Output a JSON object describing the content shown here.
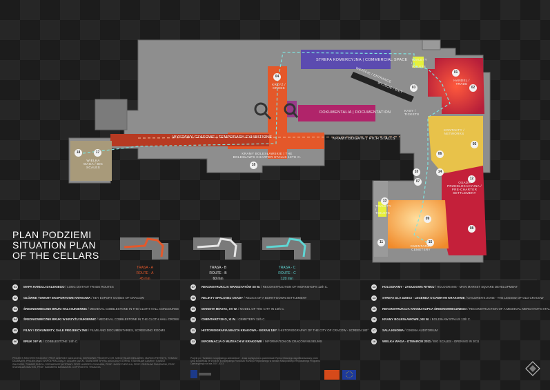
{
  "map": {
    "labels": {
      "strefa_komercyjna": "STREFA KOMERCYJNA | COMMERCIAL SPACE",
      "toalety_top": "TOALETY / TOILETS",
      "handel": "HANDEL / TRADE",
      "krzyz": "KRZYŻ / CROSS",
      "wejscie": "WEJŚCIE / ENTRANCE",
      "wyjscie": "WYJŚCIE / EXIT",
      "kasy": "KASY / TICKETS",
      "dokumentalia": "DOKUMENTALIA | DOCUMENTATION",
      "wystawy_czasowe": "WYSTAWY CZASOWE | TEMPORARY EXHIBITIONS",
      "kramy_bogate": "KRAMY BOGATE | RICH STALLS",
      "kramy_bolestawskie": "KRAMY BOLESŁAWSKIE | THE BOLESŁAW'S CHARTER STALLS 13th C.",
      "kontakty": "KONTAKTY / NETWORKS",
      "wielka_waga": "WIELKA WAGA / BIG SCALES",
      "osada": "OSADA PRZEDLOKACYJNA / PRE-CHARTER SETTLEMENT",
      "toalety_bottom": "TOALETY / TOILETS",
      "cmentarz": "CMENTARZ / CEMETERY"
    },
    "numbers": [
      "01",
      "02",
      "03",
      "04",
      "05",
      "06",
      "07",
      "08",
      "09",
      "10",
      "11",
      "12",
      "13",
      "14",
      "15",
      "16",
      "17",
      "18"
    ]
  },
  "heading": {
    "line1": "PLAN PODZIEMI",
    "line2": "SITUATION PLAN",
    "line3": "OF THE CELLARS"
  },
  "routes": [
    {
      "name": "TRASA - A",
      "name_en": "ROUTE - A",
      "time": "45 min",
      "color": "#e4582a"
    },
    {
      "name": "TRASA - B",
      "name_en": "ROUTE - B",
      "time": "60 min",
      "color": "#dcdcdc"
    },
    {
      "name": "TRASA - C",
      "name_en": "ROUTE - C",
      "time": "120 min",
      "color": "#5fd6d4"
    }
  ],
  "legend_col1": [
    {
      "n": "01",
      "pl": "MAPA HANDLU DALEKIEGO",
      "en": "LONG DISTANT TRADE ROUTES"
    },
    {
      "n": "02",
      "pl": "GŁÓWNE TOWARY EKSPORTOWE KRAKOWA",
      "en": "KEY EXPORT GOODS OF CRACOW"
    },
    {
      "n": "03",
      "pl": "ŚREDNIOWIECZNE BRUKI HALI SUKIENNIC",
      "en": "MEDIEVAL COBBLESTONE IN THE CLOTH HALL CONCOURSE"
    },
    {
      "n": "04",
      "pl": "ŚREDNIOWIECZNE BRUKI W KRZYŻU SUKIENNIC",
      "en": "MEDIEVAL COBBLESTONE IN THE CLOTH HALL CROSS"
    },
    {
      "n": "05",
      "pl": "FILMY I DOKUMENTY, SALE PROJEKCYJNE",
      "en": "FILMS AND DOCUMENTARIES, SCREENING ROOMS"
    },
    {
      "n": "06",
      "pl": "BRUK XIV W.",
      "en": "COBBLESTONE 14th C."
    }
  ],
  "legend_col2": [
    {
      "n": "07",
      "pl": "REKONSTRUKCJA WARSZTATÓW XII W.",
      "en": "RECONSTRUCTION OF WORKSHOPS 12th C."
    },
    {
      "n": "08",
      "pl": "RELIKTY SPALONEJ OSADY",
      "en": "RELICS OF A BURNT-DOWN SETTLEMENT"
    },
    {
      "n": "09",
      "pl": "MAKIETA MIASTA, XV W.",
      "en": "MODEL OF THE CITY IN 15th C."
    },
    {
      "n": "10",
      "pl": "CMENTARZYSKO, XI W.",
      "en": "CEMETERY 11th C."
    },
    {
      "n": "11",
      "pl": "HISTORIOGRAFIA MIASTA KRAKOWA - EKRAN 180°",
      "en": "HISTORIOGRAPHY OF THE CITY OF CRACOW - SCREEN 180°"
    },
    {
      "n": "12",
      "pl": "INFORMACJA O MUZEACH W KRAKOWIE",
      "en": "INFORMATION ON CRACOW MUSEUMS"
    }
  ],
  "legend_col3": [
    {
      "n": "13",
      "pl": "HOLOGRAMY - ZAGUDOWA RYNKU",
      "en": "HOLOGRAMS - MAIN MARKET SQUARE DEVELOPMENT"
    },
    {
      "n": "14",
      "pl": "STREFA DLA DZIECI - LEGENDA O DAWNYM KRAKOWIE",
      "en": "CHILDREN'S ZONE - THE LEGEND OF OLD CRACOW"
    },
    {
      "n": "15",
      "pl": "REKONSTRUKCJA KRAMU KUPCA ŚREDNIOWIECZNEGO",
      "en": "RECONSTRUCTION OF A MEDIEVAL MERCHANT'S STALL"
    },
    {
      "n": "16",
      "pl": "KRAMY BOLESŁAWOWE, XIII W.",
      "en": "BOLESŁAW STALLS 13th C."
    },
    {
      "n": "17",
      "pl": "SALA KINOWA",
      "en": "CINEMA AUDITORIUM"
    },
    {
      "n": "18",
      "pl": "WIELKA WAGA - OTWARCIE 2011",
      "en": "BIG SCALES - OPENING IN 2011"
    }
  ],
  "credits": "PROJEKT ARCHITEKTONICZNY: PROF. ANDRZEJ KADŁUCZKA, KIEROWNIK PROJEKTU: DR. MIECZYSŁAW BIELAWSKI, MARCIN PIETRZYK, TOMASZ DALMAJER, PROJEKTANCI WSPÓŁPRACUJĄCY: CEZARY DUCKI, SŁAWOMIR SPYRA, WOJCIECH GÓRNA, STANISŁAW CZARNY, TOMASZ ZALEWSKI, TOMASZ SUDOŁ, SCENARIUSZ WYSTAWY: PROF. ANDRZEJ CHWALBA, PROF. JACEK PURCHLA, PROF. ZDZISŁAW PIANOWSKI, PROF. STANISŁAW WALTOŚ, PROF. KAZIMIERZ BAŚMAJSKI. COPYRIGHTS: TRASA SA",
  "project_note": "Projekt pn. \"Szlakiem europejskiego dziedzictwa\" - trasa turystyczna w podziemiach Rynku Głównego współfinansowany przez Unię Europejską ze środków Europejskiego Funduszu Rozwoju Regionalnego w ramach Małopolskiego Regionalnego Programu Operacyjnego na lata 2007-2013"
}
